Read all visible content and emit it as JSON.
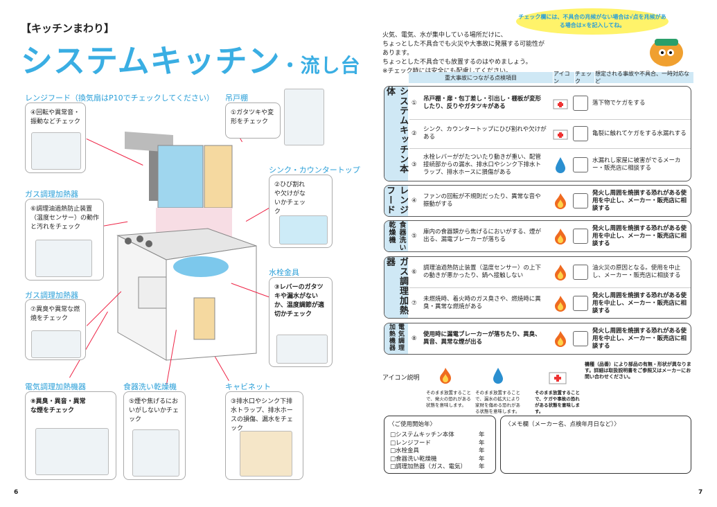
{
  "left": {
    "category": "【キッチンまわり】",
    "title_main": "システムキッチン",
    "title_sub": "・流し台",
    "page_num": "6",
    "sections": [
      {
        "label": "レンジフード（換気扇はP10でチェックしてください）",
        "text": "④回転や異常音・振動などチェック"
      },
      {
        "label": "吊戸棚",
        "text": "①ガタツキや変形をチェック"
      },
      {
        "label": "シンク・カウンタートップ",
        "text": "②ひび割れや欠けがないかチェック"
      },
      {
        "label": "ガス調理加熱器",
        "text": "⑥調理油過熱防止装置（温度センサー）の動作と汚れをチェック"
      },
      {
        "label": "水栓金具",
        "text": "③レバーのガタツキや漏水がないか、温度調節が適切かチェック"
      },
      {
        "label": "ガス調理加熱器",
        "text": "⑦異臭や異常な燃焼をチェック"
      },
      {
        "label": "電気調理加熱機器",
        "text": "⑧異臭・異音・異常な煙をチェック"
      },
      {
        "label": "食器洗い乾燥機",
        "text": "⑤煙や焦げるにおいがしないかチェック"
      },
      {
        "label": "キャビネット",
        "text": "③排水口やシンク下排水トラップ、排水ホースの損傷、漏水をチェック"
      }
    ]
  },
  "right": {
    "bubble": "チェック欄には、不具合の兆候がない場合は√点を兆候がある場合は×を記入してね。",
    "intro": [
      "火気、電気、水が集中している場所だけに、",
      "ちょっとした不具合でも火災や大事故に発展する可能性があります。",
      "ちょっとした不具合でも放置するのはやめましょう。",
      "※チェック時には安全にも配慮してください。"
    ],
    "headers": {
      "item": "重大事故につながる点検項目",
      "icon": "アイコン",
      "check": "チェック",
      "result": "想定される事故や不具合、一時対応など"
    },
    "groups": [
      {
        "name": "システムキッチン本体",
        "rows": [
          {
            "num": "①",
            "text": "吊戸棚・扉・包丁差し・引出し・棚板が変形したり、反りやガタツキがある",
            "icon": "firstaid",
            "result": "落下物でケガをする",
            "bold": true,
            "rbold": false
          },
          {
            "num": "②",
            "text": "シンク、カウンタートップにひび割れや欠けがある",
            "icon": "firstaid",
            "result": "亀裂に触れてケガをする水漏れする",
            "bold": false,
            "rbold": false
          },
          {
            "num": "③",
            "text": "水栓レバーががたついたり動きが重い、配管接続部からの漏水、排水口やシンク下排水トラップ、排水ホースに損傷がある",
            "icon": "water",
            "result": "水漏れし家屋に被害がでるメーカー・販売店に相談する",
            "bold": false,
            "rbold": false
          }
        ]
      },
      {
        "name": "レンジフード",
        "rows": [
          {
            "num": "④",
            "text": "ファンの回転が不規則だったり、異常な音や振動がする",
            "icon": "fire",
            "result": "発火し周囲を焼損する恐れがある使用を中止し、メーカー・販売店に相談する",
            "bold": false,
            "rbold": true
          }
        ]
      },
      {
        "name": "食器洗い乾燥機",
        "rows": [
          {
            "num": "⑤",
            "text": "庫内の食器類から焦げるにおいがする、煙が出る、漏電ブレーカーが落ちる",
            "icon": "fire",
            "result": "発火し周囲を焼損する恐れがある使用を中止し、メーカー・販売店に相談する",
            "bold": false,
            "rbold": true
          }
        ]
      },
      {
        "name": "ガス調理加熱器",
        "rows": [
          {
            "num": "⑥",
            "text": "調理油過熱防止装置（温度センサー）の上下の動きが悪かったり、鍋へ接触しない",
            "icon": "fire",
            "result": "油火災の原因となる。使用を中止し、メーカー・販売店に相談する",
            "bold": false,
            "rbold": false
          },
          {
            "num": "⑦",
            "text": "未燃焼時、着火時のガス臭さや、燃焼時に異臭・異常な燃焼がある",
            "icon": "fire",
            "result": "発火し周囲を焼損する恐れがある使用を中止し、メーカー・販売店に相談する",
            "bold": false,
            "rbold": true
          }
        ]
      },
      {
        "name": "電気調理加熱機器",
        "rows": [
          {
            "num": "⑧",
            "text": "使用時に漏電ブレーカーが落ちたり、異臭、異音、異常な煙が出る",
            "icon": "fire",
            "result": "発火し周囲を焼損する恐れがある使用を中止し、メーカー・販売店に相談する",
            "bold": true,
            "rbold": true
          }
        ]
      }
    ],
    "icon_legend_title": "アイコン説明",
    "icon_legend": [
      "そのまま放置することで、発火の恐れがある状態を意味します。",
      "そのまま放置することで、漏水の拡大により家財を傷める恐れがある状態を意味します。",
      "そのまま放置することで、ケガや事故の恐れがある状態を意味します。"
    ],
    "note": "機種（品番）により部品の有無・形状が異なります。詳細は取扱説明書をご参照又はメーカーにお問い合わせください。",
    "start_box": {
      "title": "〈ご使用開始年〉",
      "items": [
        "□システムキッチン本体",
        "□レンジフード",
        "□水栓金具",
        "□食器洗い乾燥機",
        "□調理加熱器（ガス、電気）"
      ],
      "unit": "年"
    },
    "memo_title": "〈メモ欄（メーカー名、点検年月日など）〉",
    "page_num": "7"
  }
}
